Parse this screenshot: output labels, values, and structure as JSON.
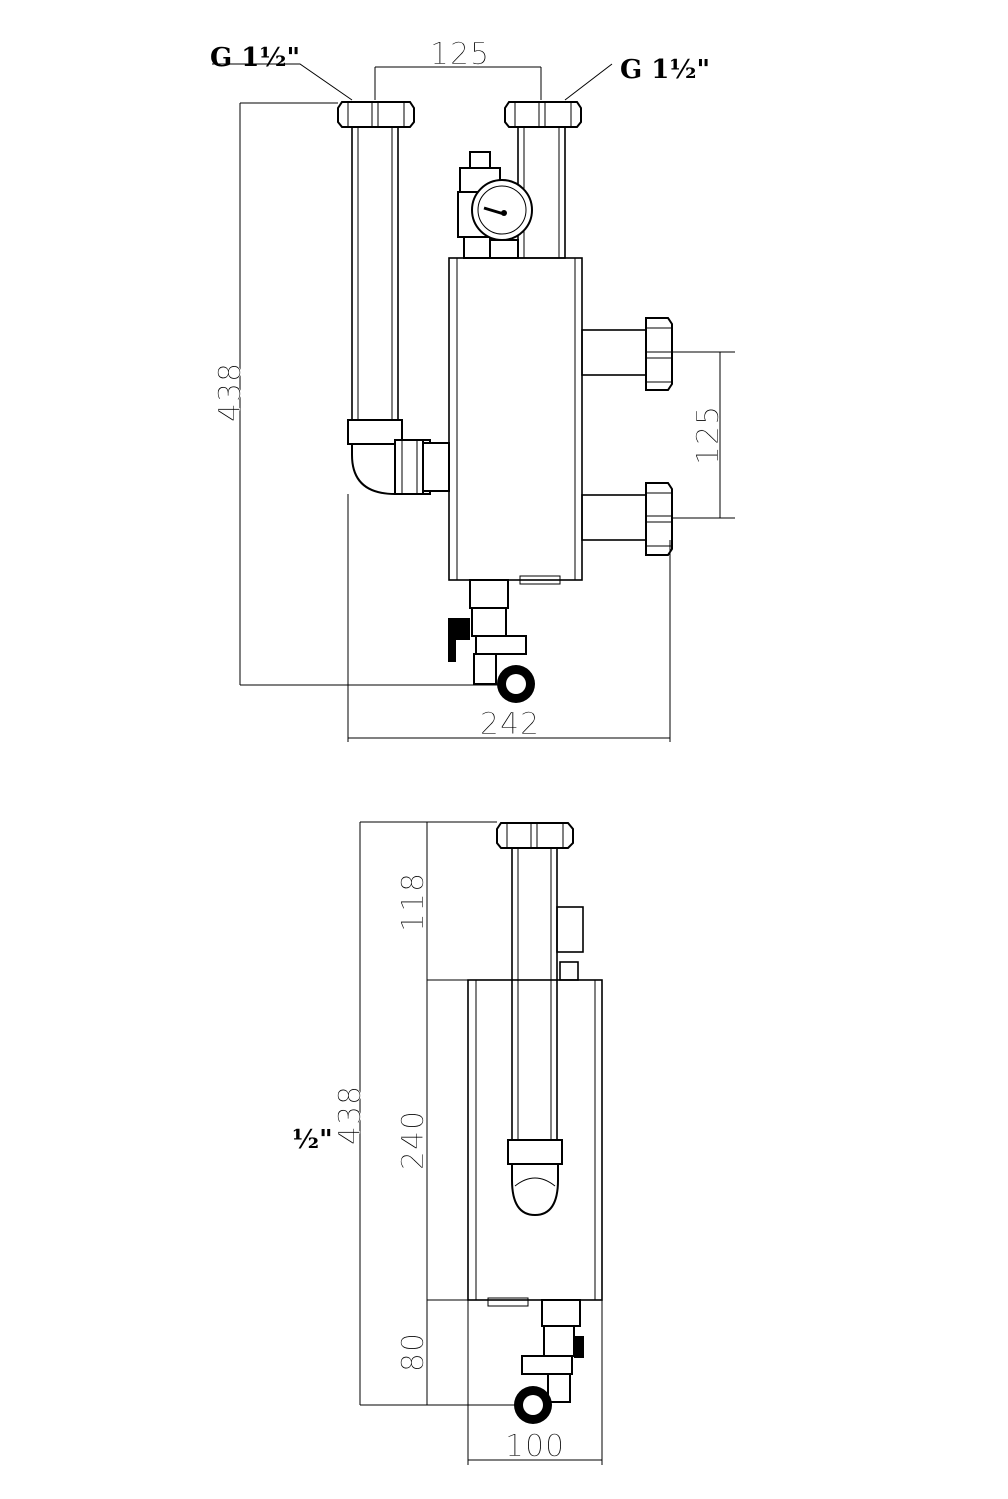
{
  "top_view": {
    "thread_left": "G 1½\"",
    "thread_right": "G 1½\"",
    "dim_pipe_spacing_top": "125",
    "dim_height": "438",
    "dim_outlet_spacing": "125",
    "dim_width": "242"
  },
  "side_view": {
    "dim_height": "438",
    "dim_top": "118",
    "dim_body": "240",
    "dim_bottom": "80",
    "dim_width": "100",
    "thread_partial": "½\""
  }
}
